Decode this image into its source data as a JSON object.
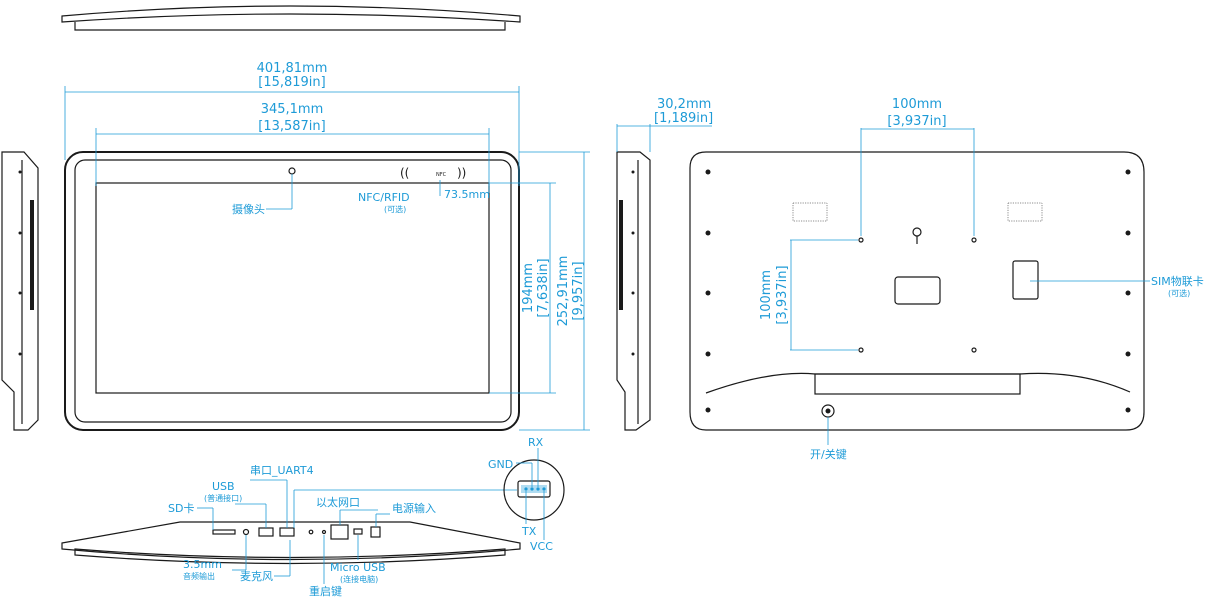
{
  "dimensions": {
    "overall_width_mm": "401,81mm",
    "overall_width_in": "[15,819in]",
    "screen_width_mm": "345,1mm",
    "screen_width_in": "[13,587in]",
    "depth_mm": "30,2mm",
    "depth_in": "[1,189in]",
    "screen_height_mm": "194mm",
    "screen_height_in": "[7,638in]",
    "overall_height_mm": "252,91mm",
    "overall_height_in": "[9,957in]",
    "vesa_h_mm": "100mm",
    "vesa_h_in": "[3,937in]",
    "vesa_v_mm": "100mm",
    "vesa_v_in": "[3,937in]",
    "nfc_offset": "73.5mm"
  },
  "labels": {
    "camera": "摄像头",
    "nfc_rfid": "NFC/RFID",
    "nfc_optional": "(可选)",
    "nfc_chip": "NFC",
    "sim_card": "SIM物联卡",
    "sim_optional": "(可选)",
    "power_key": "开/关键",
    "rx": "RX",
    "gnd": "GND",
    "tx": "TX",
    "vcc": "VCC",
    "serial": "串口_UART4",
    "usb": "USB",
    "usb_sub": "(普通接口)",
    "sd_card": "SD卡",
    "ethernet": "以太网口",
    "power_input": "电源输入",
    "audio": "3.5mm",
    "audio_sub": "音频输出",
    "mic": "麦克风",
    "micro_usb": "Micro USB",
    "micro_usb_sub": "(连接电脑)",
    "reset": "重启键"
  },
  "colors": {
    "annotation": "#1e9bd7",
    "outline": "#1a1a1a"
  }
}
